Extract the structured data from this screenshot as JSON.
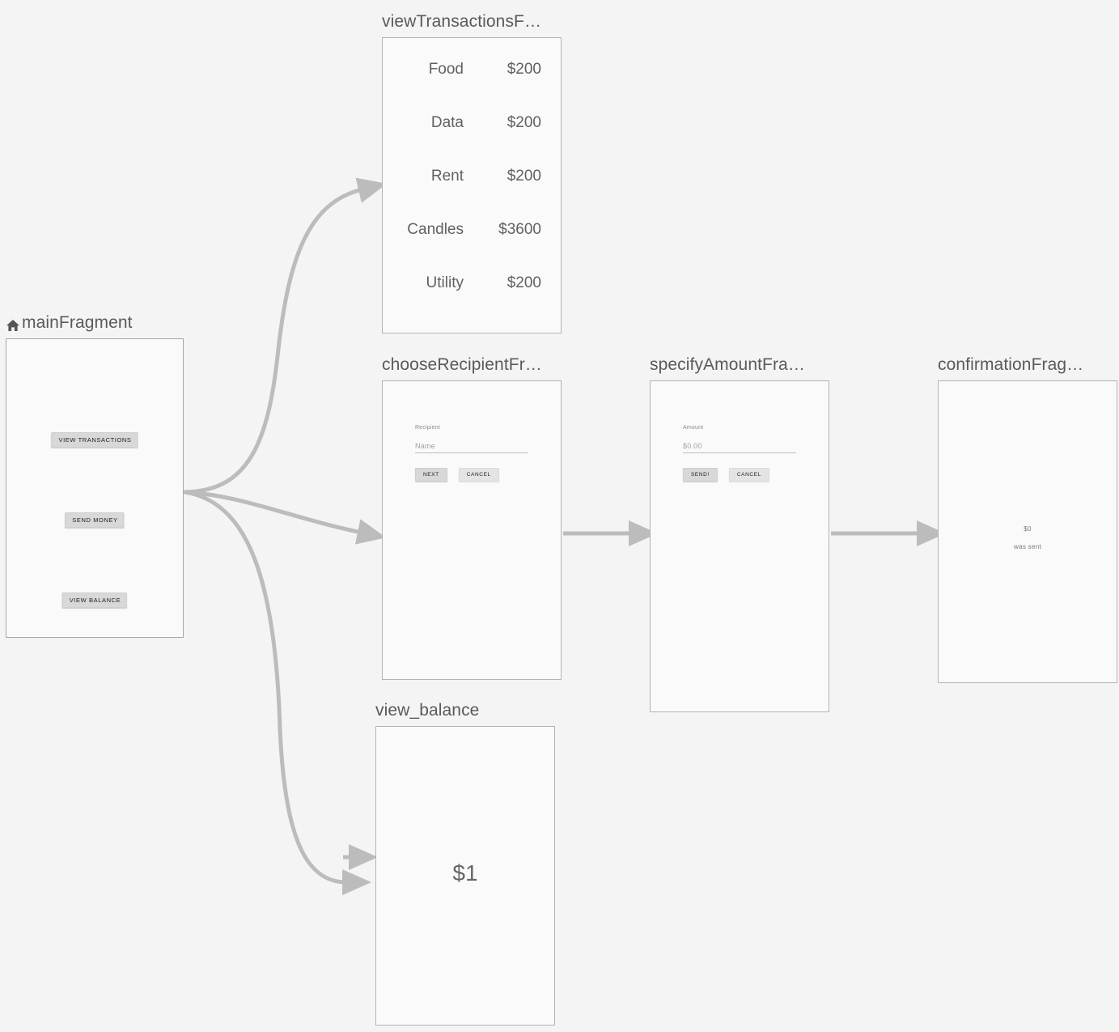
{
  "editor": {
    "name": "navigation-graph-editor",
    "background_color": "#f4f4f4",
    "node_border_color": "#b3b3b3",
    "node_fill_color": "#fafafa",
    "edge_color": "#c0c0c0"
  },
  "nodes": {
    "main": {
      "label": "mainFragment",
      "is_start_destination": true,
      "icon": "home-icon",
      "buttons": [
        {
          "label": "VIEW TRANSACTIONS"
        },
        {
          "label": "SEND MONEY"
        },
        {
          "label": "VIEW BALANCE"
        }
      ]
    },
    "view_transactions": {
      "label": "viewTransactionsF…",
      "transactions": [
        {
          "name": "Food",
          "amount": "$200"
        },
        {
          "name": "Data",
          "amount": "$200"
        },
        {
          "name": "Rent",
          "amount": "$200"
        },
        {
          "name": "Candles",
          "amount": "$3600"
        },
        {
          "name": "Utility",
          "amount": "$200"
        }
      ]
    },
    "choose_recipient": {
      "label": "chooseRecipientFr…",
      "field_label": "Recipient",
      "field_placeholder": "Name",
      "primary_button": "NEXT",
      "secondary_button": "CANCEL"
    },
    "specify_amount": {
      "label": "specifyAmountFra…",
      "field_label": "Amount",
      "field_placeholder": "$0.00",
      "primary_button": "SEND!",
      "secondary_button": "CANCEL"
    },
    "confirmation": {
      "label": "confirmationFrag…",
      "amount": "$0",
      "message": "was sent"
    },
    "view_balance": {
      "label": "view_balance",
      "balance": "$1"
    }
  }
}
